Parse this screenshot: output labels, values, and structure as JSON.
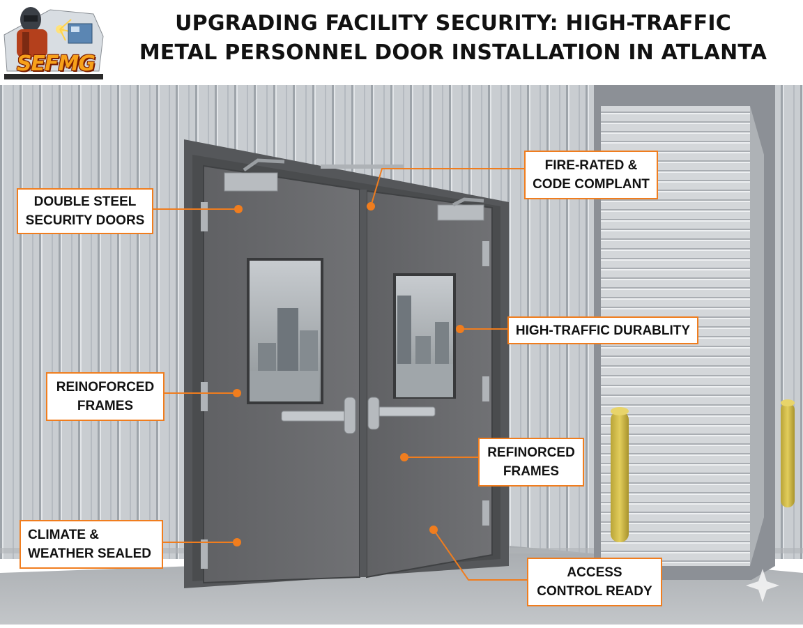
{
  "header": {
    "title_line_1": "UPGRADING FACILITY SECURITY: HIGH-TRAFFIC",
    "title_line_2": "METAL PERSONNEL DOOR INSTALLATION IN ATLANTA"
  },
  "logo": {
    "name": "SEFMG",
    "icon": "welder-mascot-logo"
  },
  "callouts": [
    {
      "id": "double-steel",
      "text": "DOUBLE STEEL SECURITY DOORS"
    },
    {
      "id": "fire-rated",
      "text": "FIRE-RATED & CODE COMPLANT"
    },
    {
      "id": "high-traffic",
      "text": "HIGH-TRAFFIC DURABLITY"
    },
    {
      "id": "reinforced-frames-left",
      "text": "REINOFORCED FRAMES"
    },
    {
      "id": "reinforced-frames-right",
      "text": "REFINORCED FRAMES"
    },
    {
      "id": "climate-sealed",
      "text": "CLIMATE & WEATHER SEALED"
    },
    {
      "id": "access-control",
      "text": "ACCESS CONTROL READY"
    }
  ],
  "colors": {
    "accent": "#f07d1e",
    "wall": "#c9cdd1",
    "door": "#6c6d6f",
    "bollard": "#d6c14a"
  }
}
